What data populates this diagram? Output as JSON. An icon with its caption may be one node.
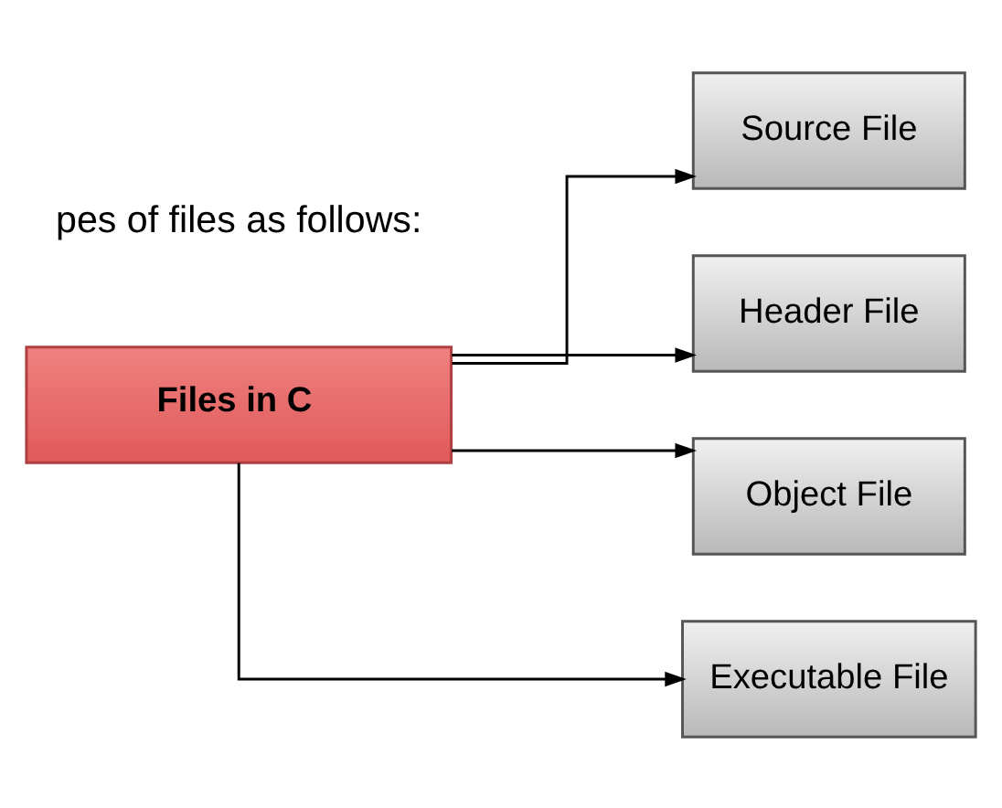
{
  "diagram": {
    "nodes": [
      {
        "text": [
          "Files in C"
        ]
      },
      {
        "text": [
          "Source File"
        ]
      },
      {
        "text": [
          "Header File"
        ]
      },
      {
        "text": [
          "Object File"
        ]
      },
      {
        "text": [
          "Executable File"
        ]
      }
    ],
    "edges": [
      {
        "from": 0,
        "to": 1,
        "arrow": "to"
      },
      {
        "from": 0,
        "to": 2,
        "arrow": "to"
      },
      {
        "from": 0,
        "to": 3,
        "arrow": "to"
      },
      {
        "from": 0,
        "to": 4,
        "arrow": "to"
      }
    ],
    "labels": [
      "pes of files as follows:"
    ]
  }
}
